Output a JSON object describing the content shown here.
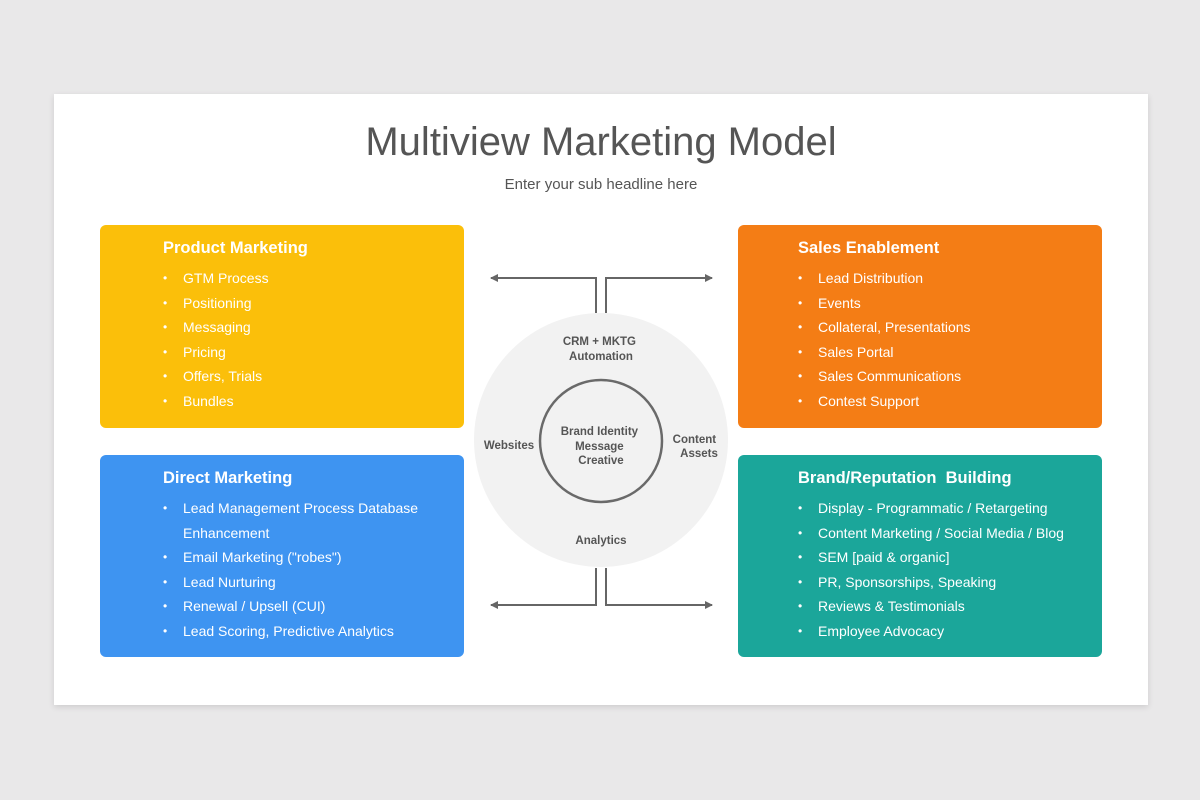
{
  "slide": {
    "title": "Multiview Marketing Model",
    "subtitle": "Enter your sub headline here"
  },
  "boxes": {
    "product": {
      "title": "Product Marketing",
      "color": "#fbbf0a",
      "items": [
        "GTM Process",
        "Positioning",
        "Messaging",
        "Pricing",
        "Offers, Trials",
        "Bundles"
      ]
    },
    "sales": {
      "title": "Sales Enablement",
      "color": "#f47d15",
      "items": [
        "Lead Distribution",
        "Events",
        "Collateral, Presentations",
        "Sales Portal",
        "Sales Communications",
        "Contest Support"
      ]
    },
    "direct": {
      "title": "Direct Marketing",
      "color": "#3e94f1",
      "items": [
        "Lead Management Process Database Enhancement",
        "Email Marketing (\"robes\")",
        "Lead Nurturing",
        "Renewal / Upsell (CUI)",
        "Lead Scoring, Predictive Analytics"
      ]
    },
    "brand": {
      "title": "Brand/Reputation  Building",
      "color": "#1ba69a",
      "items": [
        "Display - Programmatic / Retargeting",
        "Content Marketing / Social Media / Blog",
        "SEM [paid & organic]",
        "PR, Sponsorships, Speaking",
        "Reviews & Testimonials",
        "Employee Advocacy"
      ]
    }
  },
  "diagram": {
    "top": [
      "CRM + MKTG",
      "Automation"
    ],
    "left": "Websites",
    "right": [
      "Content",
      "Assets"
    ],
    "bottom": "Analytics",
    "center": [
      "Brand Identity",
      "Message",
      "Creative"
    ]
  }
}
